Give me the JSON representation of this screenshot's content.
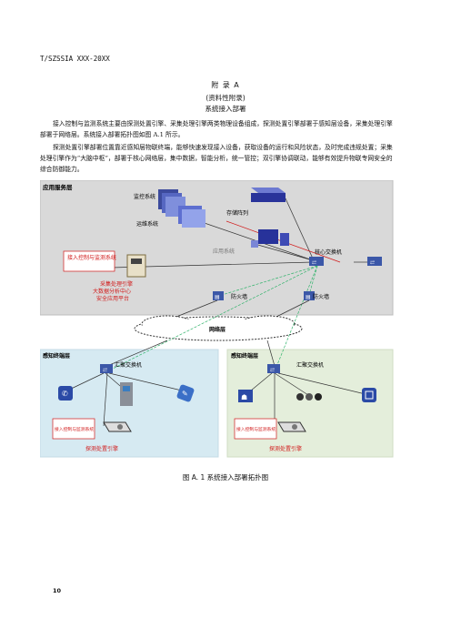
{
  "header": {
    "code": "T/SZSSIA XXX-20XX"
  },
  "appendix": {
    "title": "附 录 A",
    "type": "(资料性附录)",
    "name": "系统接入部署"
  },
  "paragraphs": [
    "接入控制与监测系统主要由探测处置引擎、采集处理引擎两类物理设备组成，探测处置引擎部署于感知层设备，采集处理引擎部署于网络层。系统接入部署拓扑图如图 A.1 所示。",
    "探测处置引擎部署位置靠近感知层物联终端，能够快速发现接入设备，获取设备的运行和风险状态，及时完成违规处置；采集处理引擎作为“大脑中枢”，部署于核心网络层，集中数据，智能分析，统一管控；双引擎协调联动，能够有效提升物联专网安全的综合防御能力。"
  ],
  "figure": {
    "app_layer": "应用服务层",
    "monitor_system": "监控系统",
    "ops_system": "运维系统",
    "storage_array": "存储阵列",
    "app_system": "应用系统",
    "core_switch": "核心交换机",
    "access_monitor_top": "接入控制与监测系统",
    "collect_engine": "采集处理引擎",
    "bigdata_center": "大数据分析中心",
    "security_platform": "安全应用平台",
    "firewall_left": "防火墙",
    "firewall_right": "防火墙",
    "network_layer": "网络层",
    "sense_left": "感知终端层",
    "sense_right": "感知终端层",
    "agg_switch_left": "汇聚交换机",
    "agg_switch_right": "汇聚交换机",
    "access_monitor_left": "接入控制与监测系统",
    "access_monitor_right": "接入控制与监测系统",
    "detect_engine_left": "探测处置引擎",
    "detect_engine_right": "探测处置引擎"
  },
  "caption": "图 A. 1 系统接入部署拓扑图",
  "page_number": "10",
  "colors": {
    "app_bg": "#d9d9d9",
    "sense_left_bg": "#d6eaf2",
    "sense_right_bg": "#e4eedb",
    "accent_red": "#d11a1a",
    "link_green": "#31b36b"
  }
}
